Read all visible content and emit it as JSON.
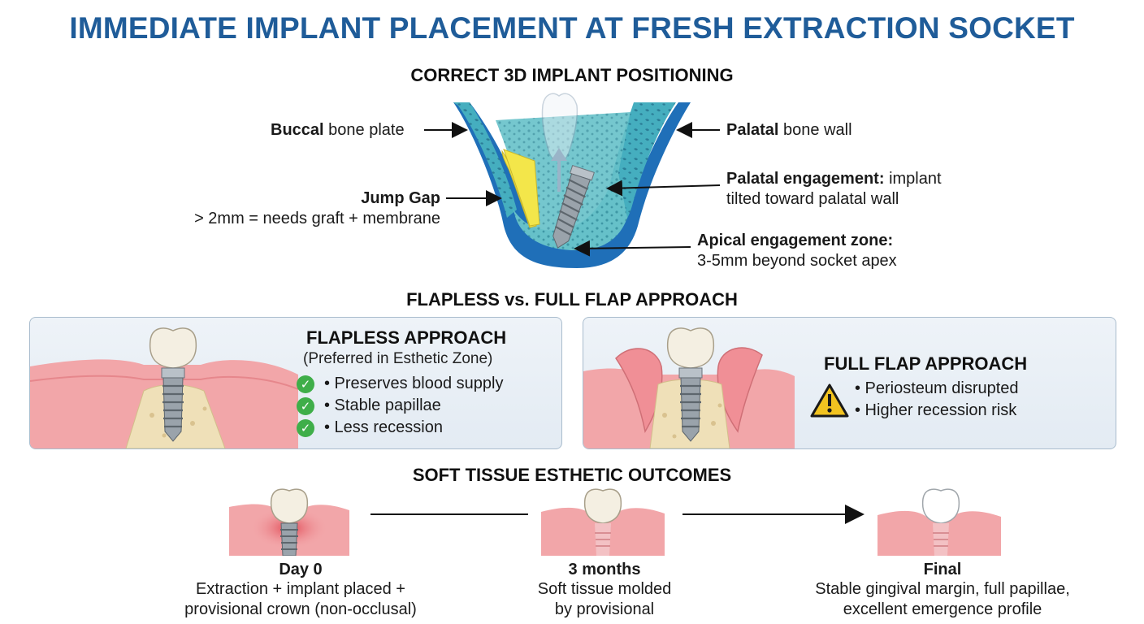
{
  "title": "IMMEDIATE IMPLANT PLACEMENT AT FRESH EXTRACTION SOCKET",
  "section1": {
    "title": "CORRECT 3D IMPLANT POSITIONING",
    "buccal": {
      "bold": "Buccal",
      "rest": " bone plate"
    },
    "palatal": {
      "bold": "Palatal",
      "rest": " bone wall"
    },
    "jump_gap": {
      "title": "Jump Gap",
      "desc": "> 2mm = needs graft + membrane"
    },
    "palatal_engagement": {
      "bold": "Palatal engagement:",
      "rest": " implant",
      "line2": "tilted toward palatal wall"
    },
    "apical": {
      "bold": "Apical engagement zone:",
      "line2": "3-5mm beyond socket apex"
    }
  },
  "section2": {
    "title": "FLAPLESS vs. FULL FLAP APPROACH",
    "flapless": {
      "title": "FLAPLESS APPROACH",
      "subtitle": "(Preferred in Esthetic Zone)",
      "bullets": [
        "• Preserves blood supply",
        "• Stable papillae",
        "• Less recession"
      ]
    },
    "fullflap": {
      "title": "FULL FLAP APPROACH",
      "bullets": [
        "• Periosteum disrupted",
        "• Higher recession risk"
      ]
    }
  },
  "section3": {
    "title": "SOFT TISSUE ESTHETIC OUTCOMES",
    "stages": [
      {
        "label": "Day 0",
        "desc1": "Extraction + implant placed +",
        "desc2": "provisional crown (non-occlusal)"
      },
      {
        "label": "3 months",
        "desc1": "Soft tissue molded",
        "desc2": "by provisional"
      },
      {
        "label": "Final",
        "desc1": "Stable gingival margin, full papillae,",
        "desc2": "excellent emergence profile"
      }
    ]
  },
  "colors": {
    "title": "#1f5c99",
    "check": "#3fae49",
    "warning": "#f2c320",
    "gum": "#f0a3a6",
    "bone": "#efe0b8",
    "cortical": "#1f6fb8",
    "cancellous": "#3fa7b8",
    "graft": "#f3e64a"
  }
}
